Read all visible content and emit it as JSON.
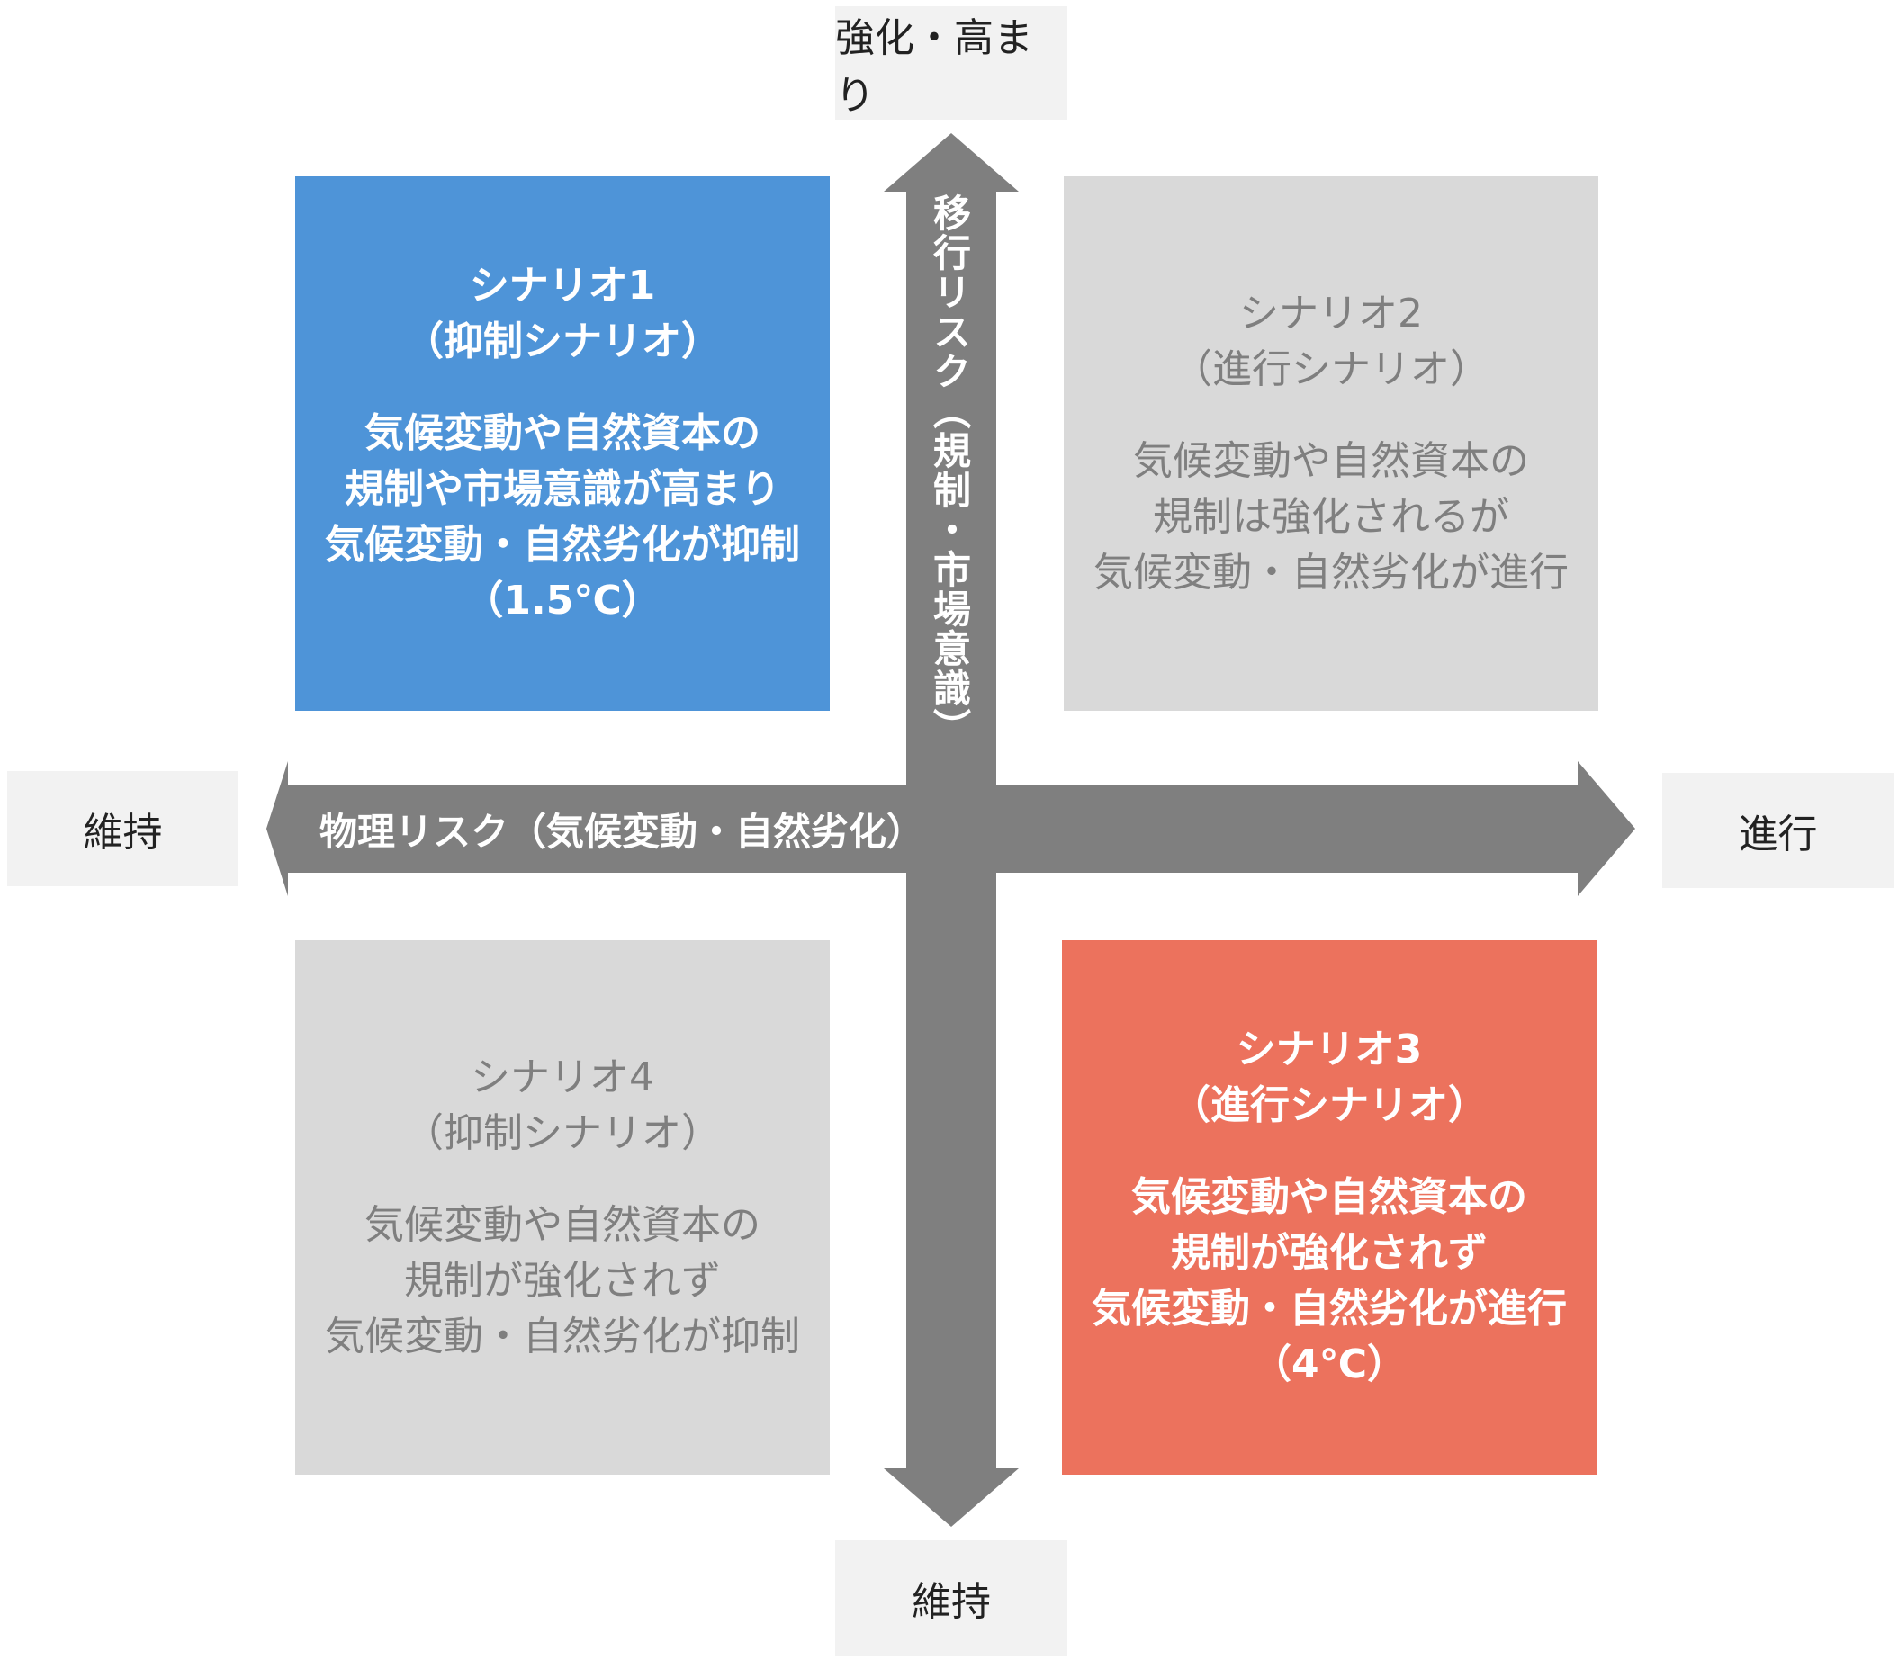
{
  "axes": {
    "vertical": {
      "label": "移行リスク（規制・市場意識）",
      "top_end": "強化・高まり",
      "bottom_end": "維持"
    },
    "horizontal": {
      "label": "物理リスク（気候変動・自然劣化）",
      "left_end": "維持",
      "right_end": "進行"
    }
  },
  "scenarios": [
    {
      "title": "シナリオ1",
      "subtitle": "（抑制シナリオ）",
      "lines": [
        "気候変動や自然資本の",
        "規制や市場意識が高まり",
        "気候変動・自然劣化が抑制",
        "（1.5℃）"
      ],
      "color": "#4e94d8",
      "highlighted": true
    },
    {
      "title": "シナリオ2",
      "subtitle": "（進行シナリオ）",
      "lines": [
        "気候変動や自然資本の",
        "規制は強化されるが",
        "気候変動・自然劣化が進行"
      ],
      "color": "#d9d9d9",
      "highlighted": false
    },
    {
      "title": "シナリオ3",
      "subtitle": "（進行シナリオ）",
      "lines": [
        "気候変動や自然資本の",
        "規制が強化されず",
        "気候変動・自然劣化が進行",
        "（4℃）"
      ],
      "color": "#ec725d",
      "highlighted": true
    },
    {
      "title": "シナリオ4",
      "subtitle": "（抑制シナリオ）",
      "lines": [
        "気候変動や自然資本の",
        "規制が強化されず",
        "気候変動・自然劣化が抑制"
      ],
      "color": "#d9d9d9",
      "highlighted": false
    }
  ],
  "colors": {
    "arrow": "#7f7f7f",
    "end_label_bg": "#f2f2f2"
  }
}
